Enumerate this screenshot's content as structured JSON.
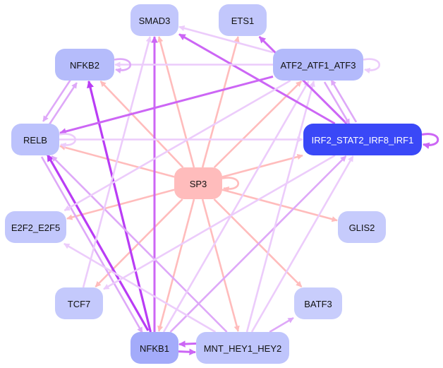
{
  "diagram": {
    "type": "directed-network",
    "nodes": [
      {
        "id": "SMAD3",
        "label": "SMAD3",
        "fill": "#c2c7fc",
        "text_color": "#111111"
      },
      {
        "id": "ETS1",
        "label": "ETS1",
        "fill": "#c2c7fc",
        "text_color": "#111111"
      },
      {
        "id": "NFKB2",
        "label": "NFKB2",
        "fill": "#b5bcfb",
        "text_color": "#111111"
      },
      {
        "id": "ATF2_ATF1_ATF3",
        "label": "ATF2_ATF1_ATF3",
        "fill": "#b3bafb",
        "text_color": "#111111"
      },
      {
        "id": "RELB",
        "label": "RELB",
        "fill": "#bcc2fc",
        "text_color": "#111111"
      },
      {
        "id": "IRF2_STAT2_IRF8_IRF1",
        "label": "IRF2_STAT2_IRF8_IRF1",
        "fill": "#3a48f7",
        "text_color": "#ffffff"
      },
      {
        "id": "SP3",
        "label": "SP3",
        "fill": "#ffbcbc",
        "text_color": "#111111"
      },
      {
        "id": "E2F2_E2F5",
        "label": "E2F2_E2F5",
        "fill": "#c2c7fc",
        "text_color": "#111111"
      },
      {
        "id": "GLIS2",
        "label": "GLIS2",
        "fill": "#c6cbfc",
        "text_color": "#111111"
      },
      {
        "id": "TCF7",
        "label": "TCF7",
        "fill": "#c4c9fc",
        "text_color": "#111111"
      },
      {
        "id": "BATF3",
        "label": "BATF3",
        "fill": "#c8cdfc",
        "text_color": "#111111"
      },
      {
        "id": "NFKB1",
        "label": "NFKB1",
        "fill": "#a3abfa",
        "text_color": "#111111"
      },
      {
        "id": "MNT_HEY1_HEY2",
        "label": "MNT_HEY1_HEY2",
        "fill": "#bfc5fc",
        "text_color": "#111111"
      }
    ],
    "edge_colors": {
      "strong_purple": "#b93cf5",
      "purple": "#cc66f5",
      "medium_purple": "#dea8f8",
      "light_purple": "#ecccfb",
      "pink": "#ffbcbc"
    },
    "edges": [
      {
        "from": "SP3",
        "to": "SMAD3",
        "color": "pink"
      },
      {
        "from": "SP3",
        "to": "ETS1",
        "color": "pink"
      },
      {
        "from": "SP3",
        "to": "NFKB2",
        "color": "pink"
      },
      {
        "from": "SP3",
        "to": "ATF2_ATF1_ATF3",
        "color": "pink"
      },
      {
        "from": "SP3",
        "to": "RELB",
        "color": "pink"
      },
      {
        "from": "SP3",
        "to": "IRF2_STAT2_IRF8_IRF1",
        "color": "pink"
      },
      {
        "from": "SP3",
        "to": "E2F2_E2F5",
        "color": "pink"
      },
      {
        "from": "SP3",
        "to": "GLIS2",
        "color": "pink"
      },
      {
        "from": "SP3",
        "to": "TCF7",
        "color": "pink"
      },
      {
        "from": "SP3",
        "to": "BATF3",
        "color": "pink"
      },
      {
        "from": "SP3",
        "to": "NFKB1",
        "color": "pink"
      },
      {
        "from": "SP3",
        "to": "MNT_HEY1_HEY2",
        "color": "pink"
      },
      {
        "from": "SP3",
        "to": "SP3",
        "color": "pink",
        "self": true
      },
      {
        "from": "NFKB1",
        "to": "SMAD3",
        "color": "purple"
      },
      {
        "from": "NFKB1",
        "to": "NFKB2",
        "color": "strong_purple"
      },
      {
        "from": "NFKB1",
        "to": "RELB",
        "color": "strong_purple"
      },
      {
        "from": "NFKB1",
        "to": "IRF2_STAT2_IRF8_IRF1",
        "color": "medium_purple"
      },
      {
        "from": "NFKB1",
        "to": "MNT_HEY1_HEY2",
        "color": "purple"
      },
      {
        "from": "MNT_HEY1_HEY2",
        "to": "NFKB1",
        "color": "purple"
      },
      {
        "from": "RELB",
        "to": "NFKB1",
        "color": "medium_purple"
      },
      {
        "from": "MNT_HEY1_HEY2",
        "to": "RELB",
        "color": "medium_purple"
      },
      {
        "from": "MNT_HEY1_HEY2",
        "to": "E2F2_E2F5",
        "color": "light_purple"
      },
      {
        "from": "MNT_HEY1_HEY2",
        "to": "ATF2_ATF1_ATF3",
        "color": "light_purple"
      },
      {
        "from": "MNT_HEY1_HEY2",
        "to": "IRF2_STAT2_IRF8_IRF1",
        "color": "light_purple"
      },
      {
        "from": "MNT_HEY1_HEY2",
        "to": "BATF3",
        "color": "medium_purple"
      },
      {
        "from": "NFKB1",
        "to": "ATF2_ATF1_ATF3",
        "color": "light_purple"
      },
      {
        "from": "TCF7",
        "to": "SMAD3",
        "color": "light_purple"
      },
      {
        "from": "ATF2_ATF1_ATF3",
        "to": "SMAD3",
        "color": "light_purple"
      },
      {
        "from": "IRF2_STAT2_IRF8_IRF1",
        "to": "SMAD3",
        "color": "purple"
      },
      {
        "from": "IRF2_STAT2_IRF8_IRF1",
        "to": "ETS1",
        "color": "purple"
      },
      {
        "from": "ATF2_ATF1_ATF3",
        "to": "NFKB2",
        "color": "light_purple"
      },
      {
        "from": "ATF2_ATF1_ATF3",
        "to": "RELB",
        "color": "purple"
      },
      {
        "from": "ATF2_ATF1_ATF3",
        "to": "IRF2_STAT2_IRF8_IRF1",
        "color": "medium_purple"
      },
      {
        "from": "IRF2_STAT2_IRF8_IRF1",
        "to": "ATF2_ATF1_ATF3",
        "color": "medium_purple"
      },
      {
        "from": "ATF2_ATF1_ATF3",
        "to": "E2F2_E2F5",
        "color": "light_purple"
      },
      {
        "from": "IRF2_STAT2_IRF8_IRF1",
        "to": "TCF7",
        "color": "light_purple"
      },
      {
        "from": "RELB",
        "to": "IRF2_STAT2_IRF8_IRF1",
        "color": "light_purple"
      },
      {
        "from": "NFKB2",
        "to": "RELB",
        "color": "medium_purple"
      },
      {
        "from": "RELB",
        "to": "NFKB2",
        "color": "medium_purple"
      },
      {
        "from": "NFKB2",
        "to": "NFKB2",
        "color": "medium_purple",
        "self": true
      },
      {
        "from": "RELB",
        "to": "RELB",
        "color": "light_purple",
        "self": true
      },
      {
        "from": "ATF2_ATF1_ATF3",
        "to": "ATF2_ATF1_ATF3",
        "color": "light_purple",
        "self": true
      },
      {
        "from": "IRF2_STAT2_IRF8_IRF1",
        "to": "IRF2_STAT2_IRF8_IRF1",
        "color": "purple",
        "self": true
      }
    ]
  }
}
